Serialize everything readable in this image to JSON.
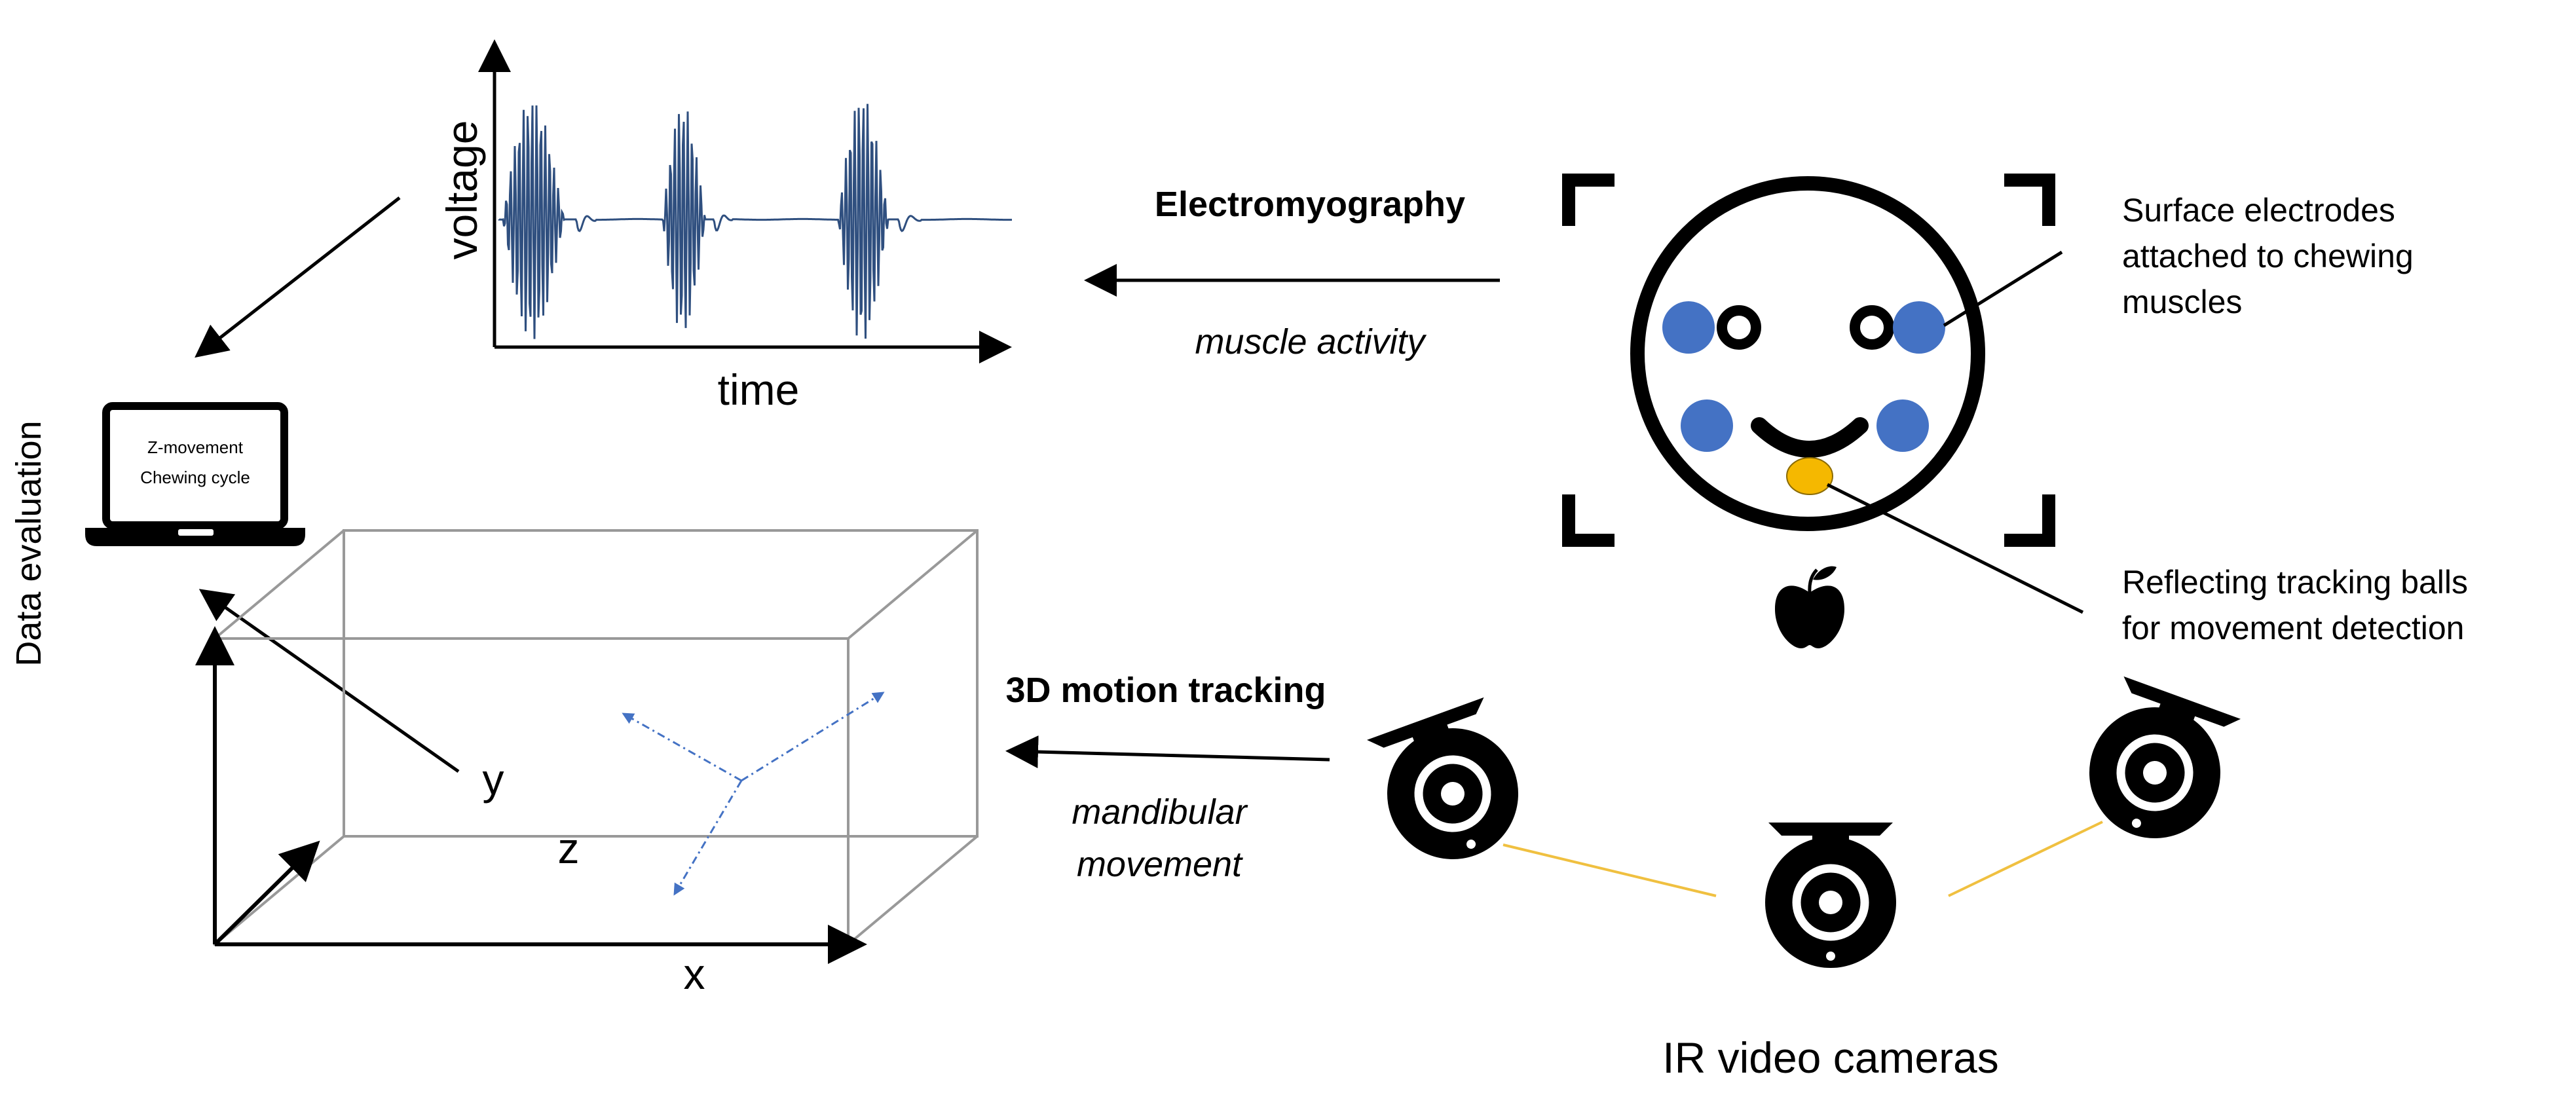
{
  "labels": {
    "data_evaluation": "Data evaluation",
    "laptop_line1": "Z-movement",
    "laptop_line2": "Chewing cycle",
    "voltage": "voltage",
    "time": "time",
    "electromyography": "Electromyography",
    "muscle_activity": "muscle activity",
    "surface_electrodes_1": "Surface electrodes",
    "surface_electrodes_2": "attached to chewing",
    "surface_electrodes_3": "muscles",
    "reflecting_1": "Reflecting tracking balls",
    "reflecting_2": "for movement detection",
    "motion_tracking": "3D motion tracking",
    "mandibular_1": "mandibular",
    "mandibular_2": "movement",
    "axis_x": "x",
    "axis_y": "y",
    "axis_z": "z",
    "ir_cameras": "IR video cameras"
  },
  "colors": {
    "text": "#000000",
    "signal": "#2f4f7f",
    "electrode": "#4472c4",
    "tracking_ball": "#f5b800",
    "camera_line": "#f0c040",
    "cube": "#999999",
    "vector": "#4472c4"
  },
  "icons": {
    "laptop": "laptop-icon",
    "face": "face-icon",
    "apple": "apple-icon",
    "camera": "camera-icon"
  },
  "signal": {
    "bursts": 3,
    "description_values": "EMG voltage vs time with three chewing bursts"
  }
}
